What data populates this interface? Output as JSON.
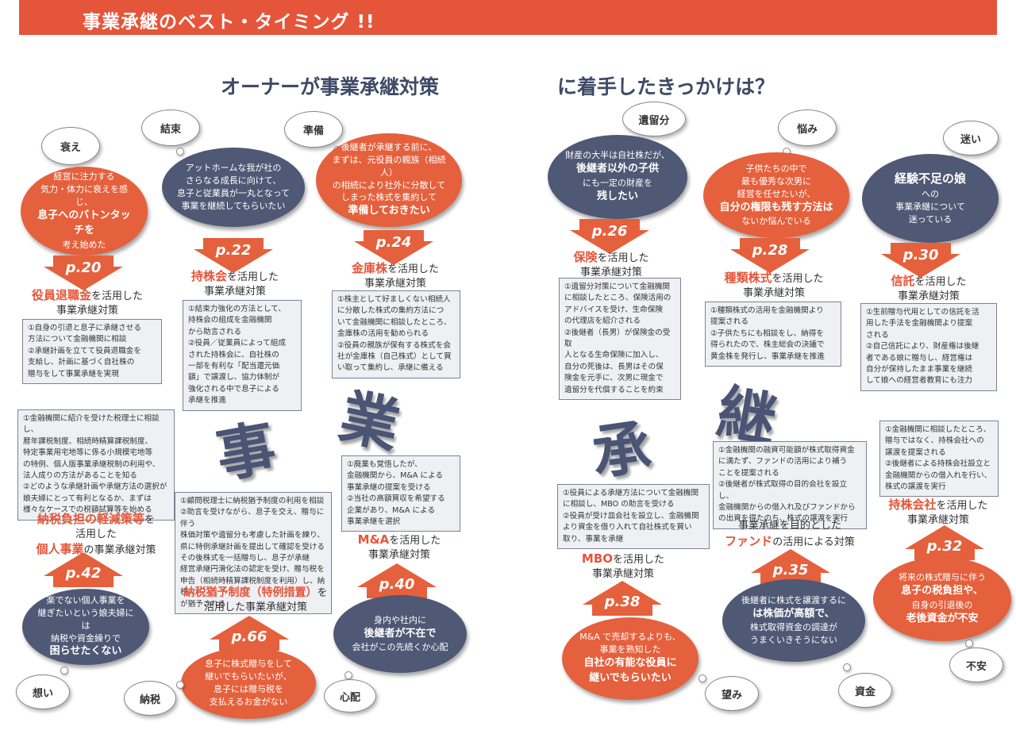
{
  "header": {
    "title": "事業承継のベスト・タイミング !!"
  },
  "titles": {
    "left": "オーナーが事業承継対策",
    "right": "に着手したきっかけは？"
  },
  "kanji": [
    "事",
    "業",
    "承",
    "継"
  ],
  "keywords": {
    "k1": "衰え",
    "k2": "結束",
    "k3": "準備",
    "k4": "遺留分",
    "k5": "悩み",
    "k6": "迷い",
    "k7": "想い",
    "k8": "納税",
    "k9": "心配",
    "k10": "望み",
    "k11": "資金",
    "k12": "不安"
  },
  "bubbles": {
    "b20": {
      "l1": "経営に注力する",
      "l2": "気力・体力に衰えを感じ、",
      "l3": "息子へのバトンタッチを",
      "l4": "考え始めた"
    },
    "b22": {
      "l1": "アットホームな我が社の",
      "l2": "さらなる成長に向けて、",
      "l3": "息子と従業員が一丸となって",
      "l4": "事業を継続してもらいたい"
    },
    "b24": {
      "l1": "後継者が承継する前に、",
      "l2": "まずは、元役員の親族（相続人）",
      "l3": "の相続により社外に分散して",
      "l4": "しまった株式を集約して",
      "l5": "準備しておきたい"
    },
    "b26": {
      "l1": "財産の大半は自社株だが、",
      "l2": "後継者以外の子供",
      "l3": "にも一定の財産を",
      "l4": "残したい"
    },
    "b28": {
      "l1": "子供たちの中で",
      "l2": "最も優秀な次男に",
      "l3": "経営を任せたいが、",
      "l4": "自分の権限も残す方法は",
      "l5": "ないか悩んでいる"
    },
    "b30": {
      "l1": "経験不足の娘",
      "l2": "への",
      "l3": "事業承継について",
      "l4": "迷っている"
    },
    "b42": {
      "l1": "楽でない個人事業を",
      "l2": "継ぎたいという娘夫婦には",
      "l3": "納税や資金繰りで",
      "l4": "困らせたくない"
    },
    "b66": {
      "l1": "息子に株式贈与をして",
      "l2": "継いでもらいたいが、",
      "l3": "息子には贈与税を",
      "l4": "支払えるお金がない"
    },
    "b40": {
      "l1": "身内や社内に",
      "l2": "後継者が不在で",
      "l3": "会社がこの先続くか心配"
    },
    "b38": {
      "l1": "M&A で売却するよりも、",
      "l2": "事業を熟知した",
      "l3": "自社の有能な役員に",
      "l4": "継いでもらいたい"
    },
    "b35": {
      "l1": "後継者に株式を譲渡するに",
      "l2": "は株価が高額で、",
      "l3": "株式取得資金の調達が",
      "l4": "うまくいきそうにない"
    },
    "b32": {
      "l1": "将来の株式贈与に伴う",
      "l2": "息子の税負担や、",
      "l3": "自身の引退後の",
      "l4": "老後資金が不安"
    }
  },
  "pages": {
    "p20": "p.20",
    "p22": "p.22",
    "p24": "p.24",
    "p26": "p.26",
    "p28": "p.28",
    "p30": "p.30",
    "p42": "p.42",
    "p66": "p.66",
    "p40": "p.40",
    "p38": "p.38",
    "p35": "p.35",
    "p32": "p.32"
  },
  "labels": {
    "l20": {
      "k": "役員退職金",
      "a": "を活用した",
      "b": "事業承継対策"
    },
    "l22": {
      "k": "持株会",
      "a": "を活用した",
      "b": "事業承継対策"
    },
    "l24": {
      "k": "金庫株",
      "a": "を活用した",
      "b": "事業承継対策"
    },
    "l26": {
      "k": "保険",
      "a": "を活用した",
      "b": "事業承継対策"
    },
    "l28": {
      "k": "種類株式",
      "a": "を活用した",
      "b": "事業承継対策"
    },
    "l30": {
      "k": "信託",
      "a": "を活用した",
      "b": "事業承継対策"
    },
    "l42": {
      "k": "納税負担の軽減策等",
      "a": "を",
      "b": "活用した",
      "k2": "個人事業",
      "c": "の事業承継対策"
    },
    "l66": {
      "k": "納税猶予制度（特例措置）",
      "a": "を",
      "b": "活用した事業承継対策"
    },
    "l40": {
      "k": "M&A",
      "a": "を活用した",
      "b": "事業承継対策"
    },
    "l38": {
      "k": "MBO",
      "a": "を活用した",
      "b": "事業承継対策"
    },
    "l35": {
      "a": "事業承継を目的とした",
      "k": "ファンド",
      "b": "の活用による対策"
    },
    "l32": {
      "k": "持株会社",
      "a": "を活用した",
      "b": "事業承継対策"
    }
  },
  "boxes": {
    "x20": [
      "①自身の引退と息子に承継させる",
      "方法について金融機関に相談",
      "②承継計画を立てて役員退職金を",
      "支給し、計画に基づく自社株の",
      "贈与をして事業承継を実現"
    ],
    "x22": [
      "①結束力強化の方法として、",
      "持株会の組成を金融機関",
      "から助言される",
      "②役員／従業員によって組成",
      "された持株会に、自社株の",
      "一部を有利な「配当還元価",
      "額」で譲渡し、協力体制が",
      "強化される中で息子による",
      "承継を推進"
    ],
    "x24": [
      "①株主として好ましくない相続人",
      "に分散した株式の集約方法につ",
      "いて金融機関に相談したところ、",
      "金庫株の活用を勧められる",
      "②役員の親族が保有する株式を会",
      "社が金庫株（自己株式）として買",
      "い取って集約し、承継に備える"
    ],
    "x26": [
      "①遺留分対策について金融機関",
      "に相談したところ、保険活用の",
      "アドバイスを受け、生命保険",
      "の代理店を紹介される",
      "②後継者（長男）が保険金の受取",
      "人となる生命保険に加入し、",
      "自分の死後は、長男はその保",
      "険金を元手に、次男に現金で",
      "遺留分を代償することを約束"
    ],
    "x28": [
      "①種類株式の活用を金融機関より",
      "提案される",
      "②子供たちにも相談をし、納得を",
      "得られたので、株主総会の決議で",
      "黄金株を発行し、事業承継を推進"
    ],
    "x30": [
      "①生前贈与代用としての信託を活",
      "用した手法を金融機関より提案",
      "される",
      "②自己信託により、財産権は後継",
      "者である娘に贈与し、経営権は",
      "自分が保持したまま事業を継続",
      "して娘への経営者教育にも注力"
    ],
    "x42": [
      "①金融機関に紹介を受けた税理士に相談し、",
      "暦年課税制度、相続時精算課税制度、",
      "特定事業用宅地等に係る小規模宅地等",
      "の特例、個人版事業承継税制の利用や、",
      "法人成りの方法があることを知る",
      "②どのような承継計画や承継方法の選択が",
      "娘夫婦にとって有利となるか、まずは",
      "様々なケースでの税額試算等を始める"
    ],
    "x66": [
      "①顧問税理士に納税猶予制度の利用を相談",
      "②助言を受けながら、息子を交え、贈与に伴う",
      "株価対策や遺留分も考慮した計画を練り、",
      "県に特例承継計画を提出して確認を受ける",
      "その後株式を一括贈与し、息子が承継",
      "経営承継円滑化法の認定を受け、贈与税を",
      "申告（相続時精算課税制度を利用）し、納税",
      "が猶予される"
    ],
    "x40": [
      "①廃業も覚悟したが、",
      "金融機関から、M&A による",
      "事業承継の提案を受ける",
      "②当社の高額買収を希望する",
      "企業があり、M&A による",
      "事業承継を選択"
    ],
    "x38": [
      "①役員による承継方法について金融機関",
      "に相談し、MBO の助言を受ける",
      "②役員が受け皿会社を設立し、金融機関",
      "より資金を借り入れて自社株式を買い",
      "取り、事業を承継"
    ],
    "x35": [
      "①金融機関の融資可能額が株式取得資金",
      "に満たず、ファンドの活用により補う",
      "ことを提案される",
      "②後継者が株式取得の目的会社を設立し、",
      "金融機関からの借入れ及びファンドから",
      "の出資を得たのち、株式の譲渡を実行"
    ],
    "x32": [
      "①金融機関に相談したところ、",
      "贈与ではなく、持株会社への",
      "譲渡を提案される",
      "②後継者による持株会社設立と",
      "金融機関からの借入れを行い、",
      "株式の譲渡を実行"
    ]
  },
  "colors": {
    "orange": "#e5603c",
    "slate": "#4f5874",
    "red": "#e5553a",
    "box_bg": "#eef0f4"
  }
}
